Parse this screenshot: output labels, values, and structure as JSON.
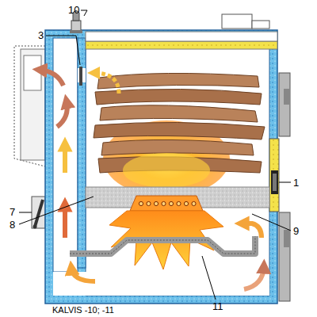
{
  "diagram": {
    "caption": "KALVIS -10; -11",
    "labels": [
      "10",
      "3",
      "7",
      "8",
      "1",
      "9",
      "11"
    ]
  }
}
